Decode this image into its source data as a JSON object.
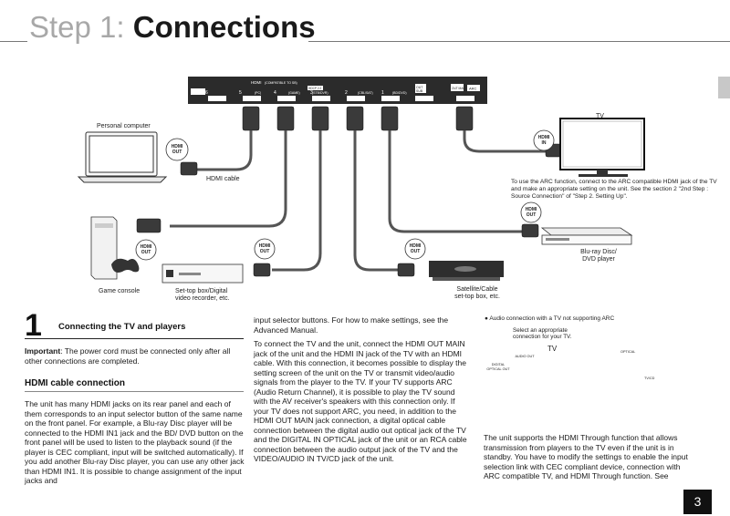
{
  "header": {
    "step_label": "Step 1:",
    "title": "Connections"
  },
  "panel": {
    "title": "HDMI",
    "subtitle": "(COMPATIBLE TO SB)",
    "ports": [
      {
        "num": "6",
        "name": ""
      },
      {
        "num": "5",
        "name": "(PC)"
      },
      {
        "num": "4",
        "name": "(GAME)"
      },
      {
        "num": "3",
        "name": "(STB/DVR)"
      },
      {
        "num": "2",
        "name": "(CBL/SAT)"
      },
      {
        "num": "1",
        "name": "(BD/DVD)"
      }
    ],
    "out_label": "OUT",
    "out_sub_label": "SUB",
    "out_main_label": "OUT MAIN",
    "arc_badge": "ARC",
    "hdcp_badge": "HDCP 2.2"
  },
  "diagram": {
    "personal_computer": "Personal computer",
    "hdmi_out": "HDMI OUT",
    "hdmi_in": "HDMI IN",
    "hdmi_cable": "HDMI cable",
    "tv": "TV",
    "arc_note": "To use the ARC function, connect to the ARC compatible HDMI jack of the TV and make an appropriate setting on the unit. See the section 2 \"2nd Step : Source Connection\" of \"Step 2. Setting Up\".",
    "bluray": "Blu-ray Disc/ DVD player",
    "game_console": "Game console",
    "settop": "Set-top box/Digital video recorder, etc.",
    "satellite": "Satellite/Cable set-top box, etc."
  },
  "section": {
    "number": "1",
    "title": "Connecting the TV and players",
    "important_label": "Important",
    "important_text": ": The power cord must be connected only after all other connections are completed.",
    "hdmi_heading": "HDMI cable connection",
    "hdmi_body": "The unit has many HDMI jacks on its rear panel and each of them corresponds to an input selector button of the same name on the front panel. For example, a Blu-ray Disc player will be connected to the HDMI IN1 jack and the BD/ DVD button on the front panel will be used to listen to the playback sound (if the player is CEC compliant, input will be switched automatically). If you add another Blu-ray Disc player, you can use any other jack than HDMI IN1. It is possible to change assignment of the input jacks and"
  },
  "column2": {
    "p1": "input selector buttons. For how to make settings, see the Advanced Manual.",
    "p2": "To connect the TV and the unit, connect the HDMI OUT MAIN jack of the unit and the HDMI IN jack of the TV with an HDMI cable. With this connection, it becomes possible to display the setting screen of the unit on the TV or transmit video/audio signals from the player to the TV. If your TV supports ARC (Audio Return Channel), it is possible to play the TV sound with the AV receiver's speakers with this connection only. If your TV does not support ARC, you need, in addition to the HDMI OUT MAIN jack connection, a digital optical cable connection between the digital audio out optical jack of the TV and the DIGITAL IN OPTICAL jack of the unit or an RCA cable connection between the audio output jack of the TV and the VIDEO/AUDIO IN TV/CD jack of the unit."
  },
  "column3": {
    "inset_caption": "● Audio connection with a TV not supporting ARC",
    "inset_select": "Select an appropriate connection for your TV.",
    "inset_tv": "TV",
    "inset_audio_out": "AUDIO OUT",
    "inset_digital_optical": "DIGITAL OPTICAL OUT",
    "inset_optical": "OPTICAL",
    "inset_tvcd": "TV/CD",
    "body": "The unit supports the HDMI Through function that allows transmission from players to the TV even if the unit is in standby. You have to modify the settings to enable the input selection link with CEC compliant device, connection with ARC compatible TV, and HDMI Through function. See"
  },
  "page_number": "3"
}
